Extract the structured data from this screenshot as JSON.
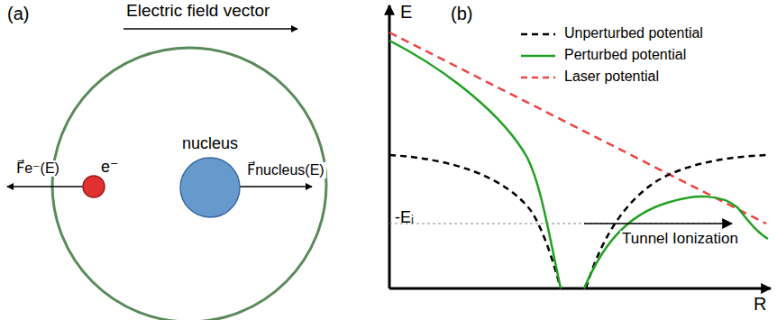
{
  "diagram": {
    "nodes": [
      {
        "text": [
          "e⁻"
        ]
      },
      {
        "text": [
          "nucleus"
        ]
      }
    ],
    "labels": [
      "(a)",
      "Electric field vector",
      "F⃗e⁻(E)",
      "F⃗nucleus(E)",
      "(b)",
      "E",
      "R",
      "-Eᵢ",
      "Tunnel Ionization"
    ],
    "legend": [
      {
        "text": "Unperturbed potential"
      },
      {
        "text": "Perturbed potential"
      },
      {
        "text": "Laser potential"
      }
    ]
  }
}
